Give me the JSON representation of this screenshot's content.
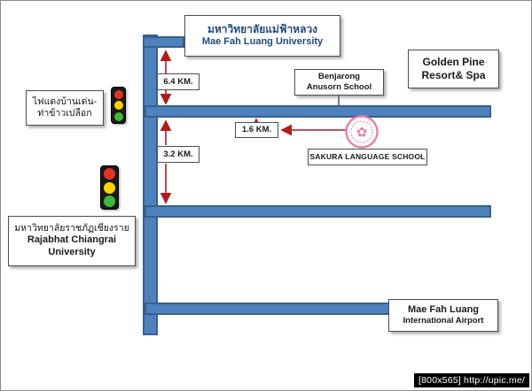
{
  "landmarks": {
    "mfu": {
      "thai": "มหาวิทยาลัยแม่ฟ้าหลวง",
      "en": "Mae Fah Luang University"
    },
    "golden_pine": {
      "line1": "Golden Pine",
      "line2": "Resort& Spa"
    },
    "benjarong": {
      "line1": "Benjarong",
      "line2": "Anusorn School"
    },
    "sakura": {
      "name": "SAKURA LANGUAGE SCHOOL"
    },
    "traffic_light_label": {
      "line1": "ไฟแดงบ้านเด่น-",
      "line2": "ท่าข้าวเปลือก"
    },
    "rajabhat": {
      "thai": "มหาวิทยาลัยราชภัฏเชียงราย",
      "en1": "Rajabhat Chiangrai",
      "en2": "University"
    },
    "airport": {
      "line1": "Mae Fah Luang",
      "line2": "International Airport"
    }
  },
  "distances": {
    "leg_top": "6.4 KM.",
    "leg_sakura": "1.6 KM.",
    "leg_middle": "3.2 KM."
  },
  "icons": {
    "sakura_flower": "✿"
  },
  "watermark": "[800x565] http://upic.me/",
  "colors": {
    "road": "#4f81bd",
    "road_border": "#36608e",
    "arrow": "#b01c1c",
    "uni_text": "#1f497d",
    "pink": "#e87fa8"
  }
}
